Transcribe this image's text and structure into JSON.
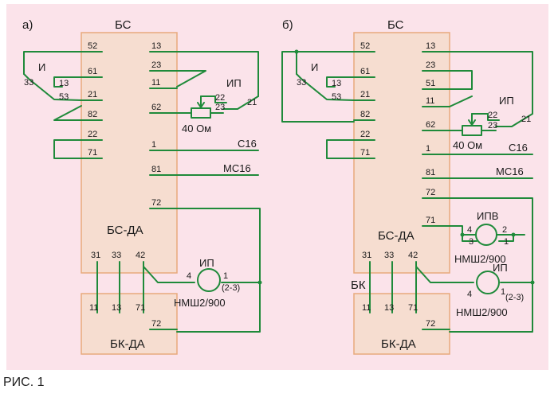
{
  "caption": "РИС. 1",
  "colors": {
    "wire": "#1f8a3a",
    "panel": "#fbe3ea",
    "box_fill": "#f6ddd0",
    "box_border": "#e8aa7c"
  },
  "diagram_a": {
    "panel_label": "а)",
    "bs_label": "БС",
    "bs_da_label": "БС-ДА",
    "bk_da_label": "БК-ДА",
    "left_pins": [
      "52",
      "61",
      "21",
      "82",
      "22",
      "71"
    ],
    "right_pins": [
      "13",
      "23",
      "11",
      "62",
      "1",
      "81",
      "72"
    ],
    "bottom_pins": [
      "31",
      "33",
      "42"
    ],
    "bk_pins": [
      "11",
      "13",
      "71",
      "72"
    ],
    "switch_i": {
      "label": "И",
      "pins": [
        "33",
        "13",
        "53"
      ]
    },
    "switch_ip": {
      "label": "ИП",
      "pins": [
        "22",
        "23",
        "21"
      ]
    },
    "resistor_label": "40 Ом",
    "signal_c16": "С16",
    "signal_mc16": "МС16",
    "sensor": {
      "label": "ИП",
      "pin_left": "4",
      "pin_right": "1",
      "pin_note": "(2-3)",
      "model": "НМШ2/900"
    }
  },
  "diagram_b": {
    "panel_label": "б)",
    "bs_label": "БС",
    "bs_da_label": "БС-ДА",
    "bk_label": "БК",
    "bk_da_label": "БК-ДА",
    "left_pins": [
      "52",
      "61",
      "21",
      "82",
      "22",
      "71"
    ],
    "right_pins": [
      "13",
      "23",
      "51",
      "11",
      "62",
      "1",
      "81",
      "72",
      "71"
    ],
    "bottom_pins": [
      "31",
      "33",
      "42"
    ],
    "bk_pins": [
      "11",
      "13",
      "71",
      "72"
    ],
    "switch_i": {
      "label": "И",
      "pins": [
        "33",
        "13",
        "53"
      ]
    },
    "switch_ip": {
      "label": "ИП",
      "pins": [
        "22",
        "23",
        "21"
      ]
    },
    "resistor_label": "40 Ом",
    "signal_c16": "С16",
    "signal_mc16": "МС16",
    "sensor_ipv": {
      "label": "ИПВ",
      "pin_4": "4",
      "pin_2": "2",
      "pin_3": "3",
      "pin_1": "1",
      "model": "НМШ2/900"
    },
    "sensor_ip": {
      "label": "ИП",
      "pin_left": "4",
      "pin_right": "1",
      "pin_note": "(2-3)",
      "model": "НМШ2/900"
    }
  }
}
